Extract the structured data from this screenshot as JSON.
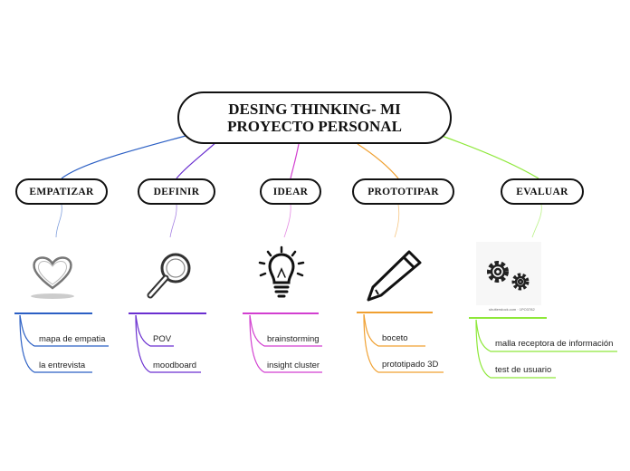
{
  "root": {
    "title": "DESING THINKING- MI PROYECTO PERSONAL"
  },
  "branches": [
    {
      "id": "empatizar",
      "label": "EMPATIZAR",
      "color": "#2b5fc4",
      "icon": "heart-icon",
      "leaves": [
        "mapa de empatia",
        "la entrevista"
      ]
    },
    {
      "id": "definir",
      "label": "DEFINIR",
      "color": "#6a2fd0",
      "icon": "magnifier-icon",
      "leaves": [
        "POV",
        "moodboard"
      ]
    },
    {
      "id": "idear",
      "label": "IDEAR",
      "color": "#d23fd0",
      "icon": "lightbulb-icon",
      "leaves": [
        "brainstorming",
        "insight cluster"
      ]
    },
    {
      "id": "prototipar",
      "label": "PROTOTIPAR",
      "color": "#f0a030",
      "icon": "pencil-icon",
      "leaves": [
        "boceto",
        "prototipado 3D"
      ]
    },
    {
      "id": "evaluar",
      "label": "EVALUAR",
      "color": "#8ee83a",
      "icon": "gears-icon",
      "leaves": [
        "malla receptora de información",
        "test de usuario"
      ]
    }
  ],
  "watermark": "shutterstock.com · 1PO3782"
}
